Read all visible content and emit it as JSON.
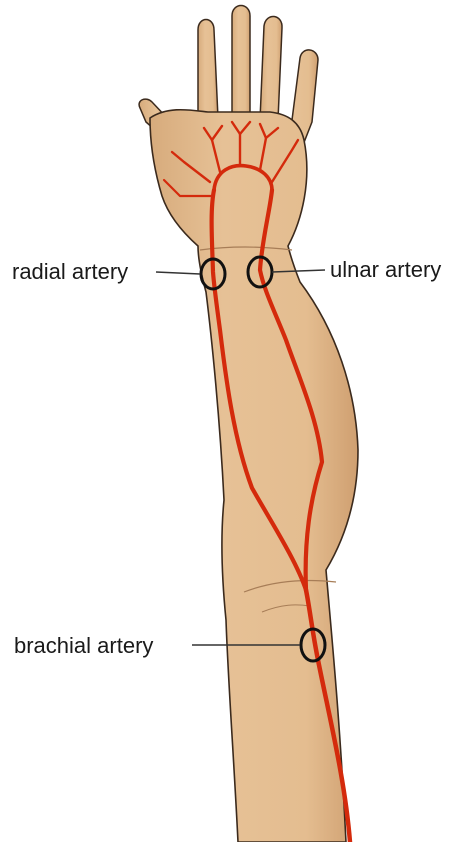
{
  "labels": {
    "radial": "radial artery",
    "ulnar": "ulnar artery",
    "brachial": "brachial artery"
  },
  "colors": {
    "skin": "#e3bc8f",
    "skin_shade": "#d2a678",
    "artery": "#d42a0c",
    "outline": "#3b2a1d",
    "marker": "#111111"
  },
  "icons": {
    "pulse_marker": "circle-outline"
  }
}
